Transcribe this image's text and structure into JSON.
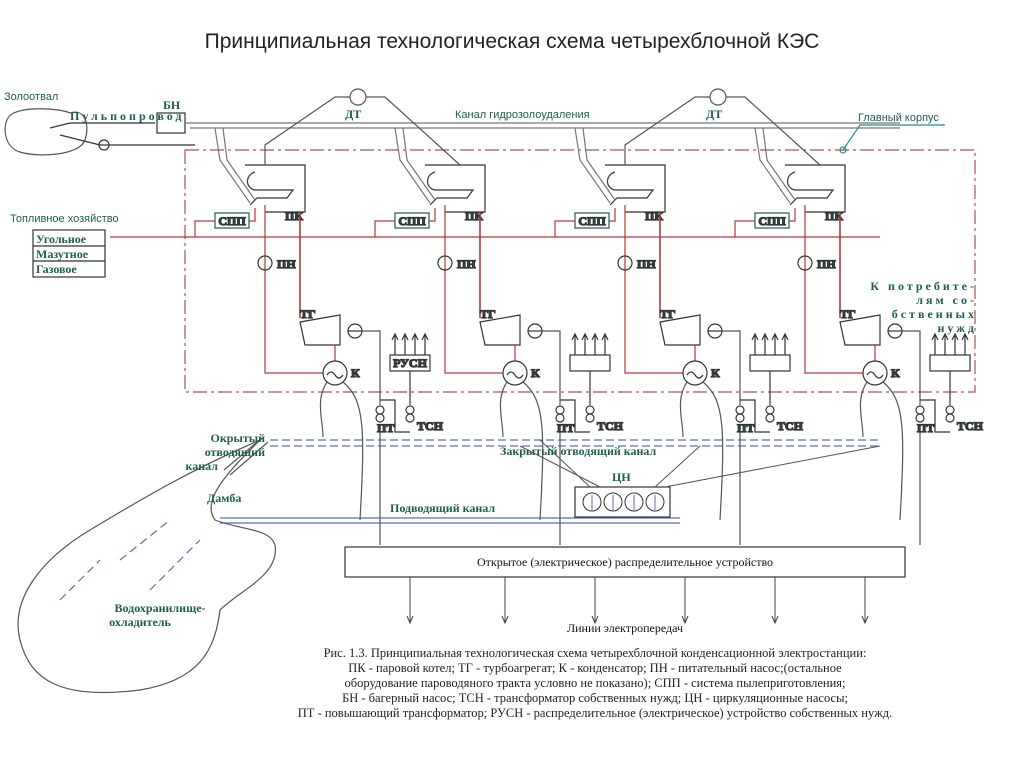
{
  "title": "Принципиальная технологическая схема четырехблочной КЭС",
  "labels": {
    "ash_dump": "Золоотвал",
    "pulp_line": "Пульпопровод",
    "bn": "БН",
    "dt": "ДТ",
    "ash_channel": "Канал гидрозолоудаления",
    "main_building": "Главный корпус",
    "fuel": "Топливное хозяйство",
    "fuel_types": [
      "Угольное",
      "Мазутное",
      "Газовое"
    ],
    "spp": "СПП",
    "pk": "ПК",
    "pn": "ПН",
    "tg": "ТГ",
    "k": "К",
    "rusn": "РУСН",
    "pt": "ПТ",
    "tsn": "ТСН",
    "consumers": [
      "К потребите-",
      "лям со-",
      "бственных",
      "нужд"
    ],
    "open_channel": [
      "Окрытый",
      "отводящий",
      "канал"
    ],
    "closed_channel": "Закрытый отводящий канал",
    "cn": "ЦН",
    "dam": "Дамба",
    "supply_channel": "Подводящий канал",
    "oru": "Открытое (электрическое) распределительное устройство",
    "reservoir": [
      "Водохранилище-",
      "охладитель"
    ],
    "power_lines": "Линии электропередач"
  },
  "caption": [
    "Рис. 1.3. Принципиальная технологическая схема четырехблочной конденсационной электростанции:",
    "ПК - паровой котел; ТГ - турбоагрегат; К - конденсатор; ПН - питательный насос;(остальное",
    "оборудование пароводяного тракта условно не показано); СПП - система пылеприготовления;",
    "БН - багерный насос; ТСН - трансформатор собственных нужд; ЦН - циркуляционные насосы;",
    "ПТ - повышающий трансформатор; РУСН - распределительное (электрическое) устройство собственных нужд."
  ],
  "colors": {
    "steam": "#b03a3a",
    "water": "#5a6fb0",
    "label": "#1d5e4e",
    "building": "#b05050"
  }
}
